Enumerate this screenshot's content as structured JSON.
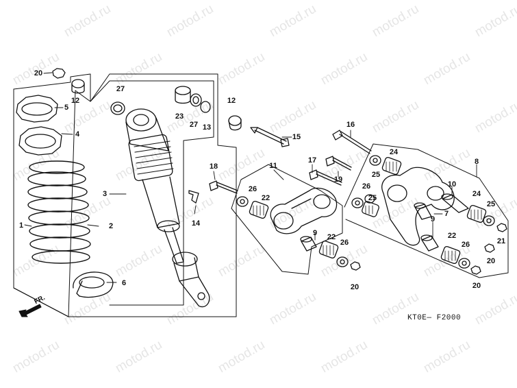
{
  "watermark": "motod.ru",
  "diagram_code": "KT0E— F2000",
  "direction_label": "FR.",
  "callouts": {
    "c20a": "20",
    "c12a": "12",
    "c5": "5",
    "c4": "4",
    "c1": "1",
    "c2": "2",
    "c6": "6",
    "c3": "3",
    "c27a": "27",
    "c23": "23",
    "c27b": "27",
    "c13": "13",
    "c14": "14",
    "c12b": "12",
    "c15": "15",
    "c16": "16",
    "c18": "18",
    "c11": "11",
    "c17": "17",
    "c19": "19",
    "c26a": "26",
    "c22a": "22",
    "c9a": "9",
    "c22b": "22",
    "c26b": "26",
    "c20b": "20",
    "c24a": "24",
    "c25a": "25",
    "c26c": "26",
    "c25b": "25",
    "c8": "8",
    "c10": "10",
    "c24b": "24",
    "c25c": "25",
    "c7": "7",
    "c21": "21",
    "c9b": "9",
    "c22c": "22",
    "c26d": "26",
    "c20c": "20",
    "c20d": "20"
  }
}
